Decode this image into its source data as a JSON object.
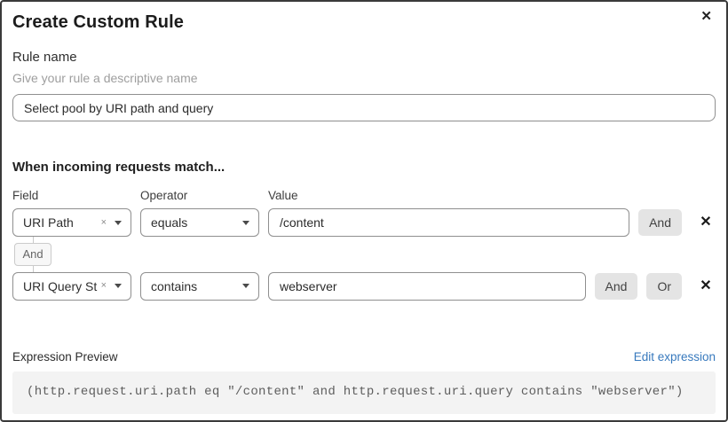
{
  "dialog": {
    "title": "Create Custom Rule"
  },
  "icons": {
    "close": "✕",
    "clear": "×",
    "remove": "✕"
  },
  "rule_name": {
    "label": "Rule name",
    "hint": "Give your rule a descriptive name",
    "value": "Select pool by URI path and query"
  },
  "matcher": {
    "heading": "When incoming requests match...",
    "columns": {
      "field": "Field",
      "operator": "Operator",
      "value": "Value"
    },
    "connector_label": "And",
    "rows": [
      {
        "field": "URI Path",
        "operator": "equals",
        "value": "/content",
        "buttons": [
          "And"
        ]
      },
      {
        "field": "URI Query St...",
        "operator": "contains",
        "value": "webserver",
        "buttons": [
          "And",
          "Or"
        ]
      }
    ]
  },
  "expression": {
    "label": "Expression Preview",
    "edit_link": "Edit expression",
    "code": "(http.request.uri.path eq \"/content\" and http.request.uri.query contains \"webserver\")"
  },
  "colors": {
    "link_blue": "#3779bd",
    "button_gray": "#e4e4e4",
    "code_bg": "#f3f3f3"
  }
}
